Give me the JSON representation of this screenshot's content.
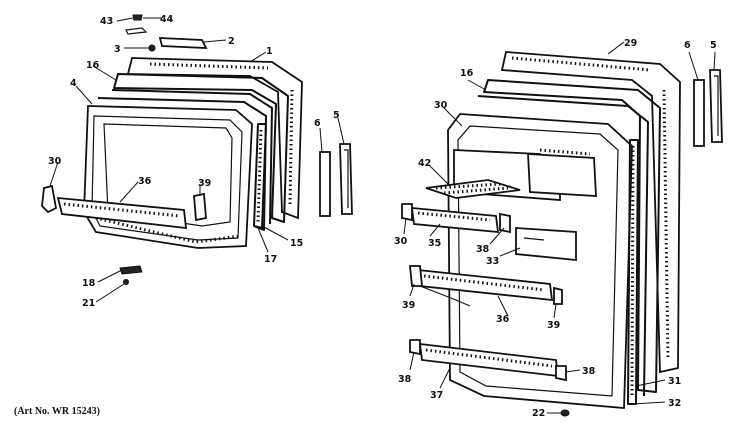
{
  "caption": "(Art No. WR 15243)",
  "callouts": {
    "n43": "43",
    "n44": "44",
    "n2": "2",
    "n3": "3",
    "n1": "1",
    "n16a": "16",
    "n4": "4",
    "n6a": "6",
    "n5a": "5",
    "n30a": "30",
    "n36a": "36",
    "n39a": "39",
    "n15": "15",
    "n17": "17",
    "n18": "18",
    "n21": "21",
    "n29": "29",
    "n6b": "6",
    "n5b": "5",
    "n16b": "16",
    "n30b": "30",
    "n42": "42",
    "n30c": "30",
    "n35": "35",
    "n38a": "38",
    "n33": "33",
    "n39b": "39",
    "n36b": "36",
    "n39c": "39",
    "n38b": "38",
    "n37": "37",
    "n38c": "38",
    "n31": "31",
    "n22": "22",
    "n32": "32"
  }
}
